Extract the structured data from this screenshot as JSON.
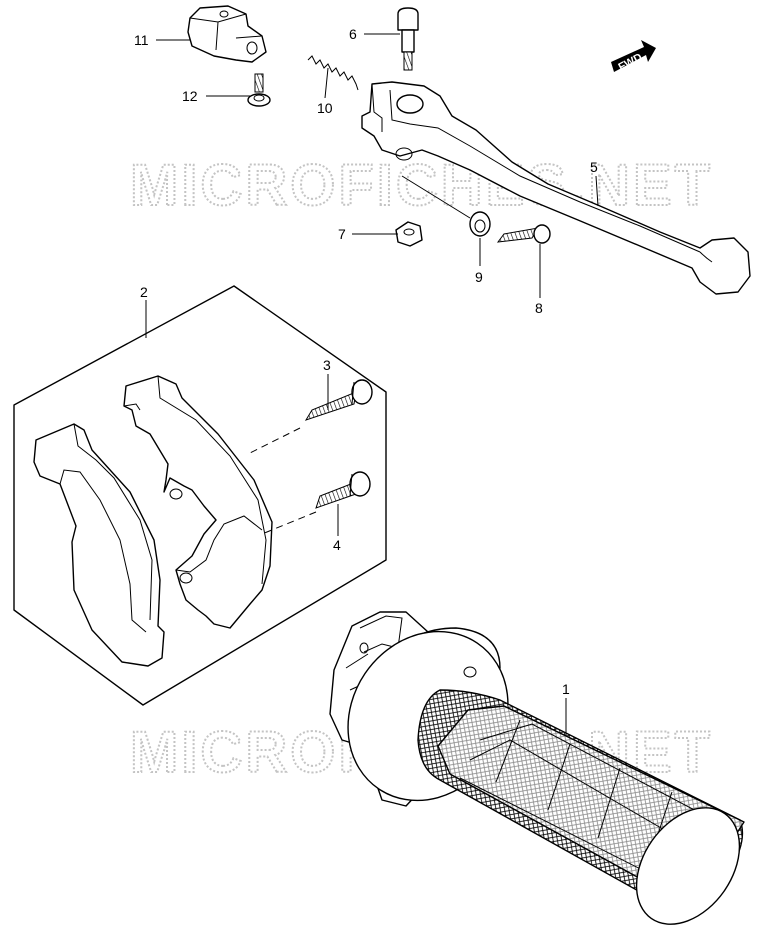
{
  "watermark": {
    "text": "MICROFICHES.NET",
    "color": "#c4c4c4"
  },
  "direction_badge": {
    "text": "FWD"
  },
  "callouts": {
    "p1": "1",
    "p2": "2",
    "p3": "3",
    "p4": "4",
    "p5": "5",
    "p6": "6",
    "p7": "7",
    "p8": "8",
    "p9": "9",
    "p10": "10",
    "p11": "11",
    "p12": "12"
  },
  "colors": {
    "line": "#000000",
    "background": "#ffffff"
  }
}
